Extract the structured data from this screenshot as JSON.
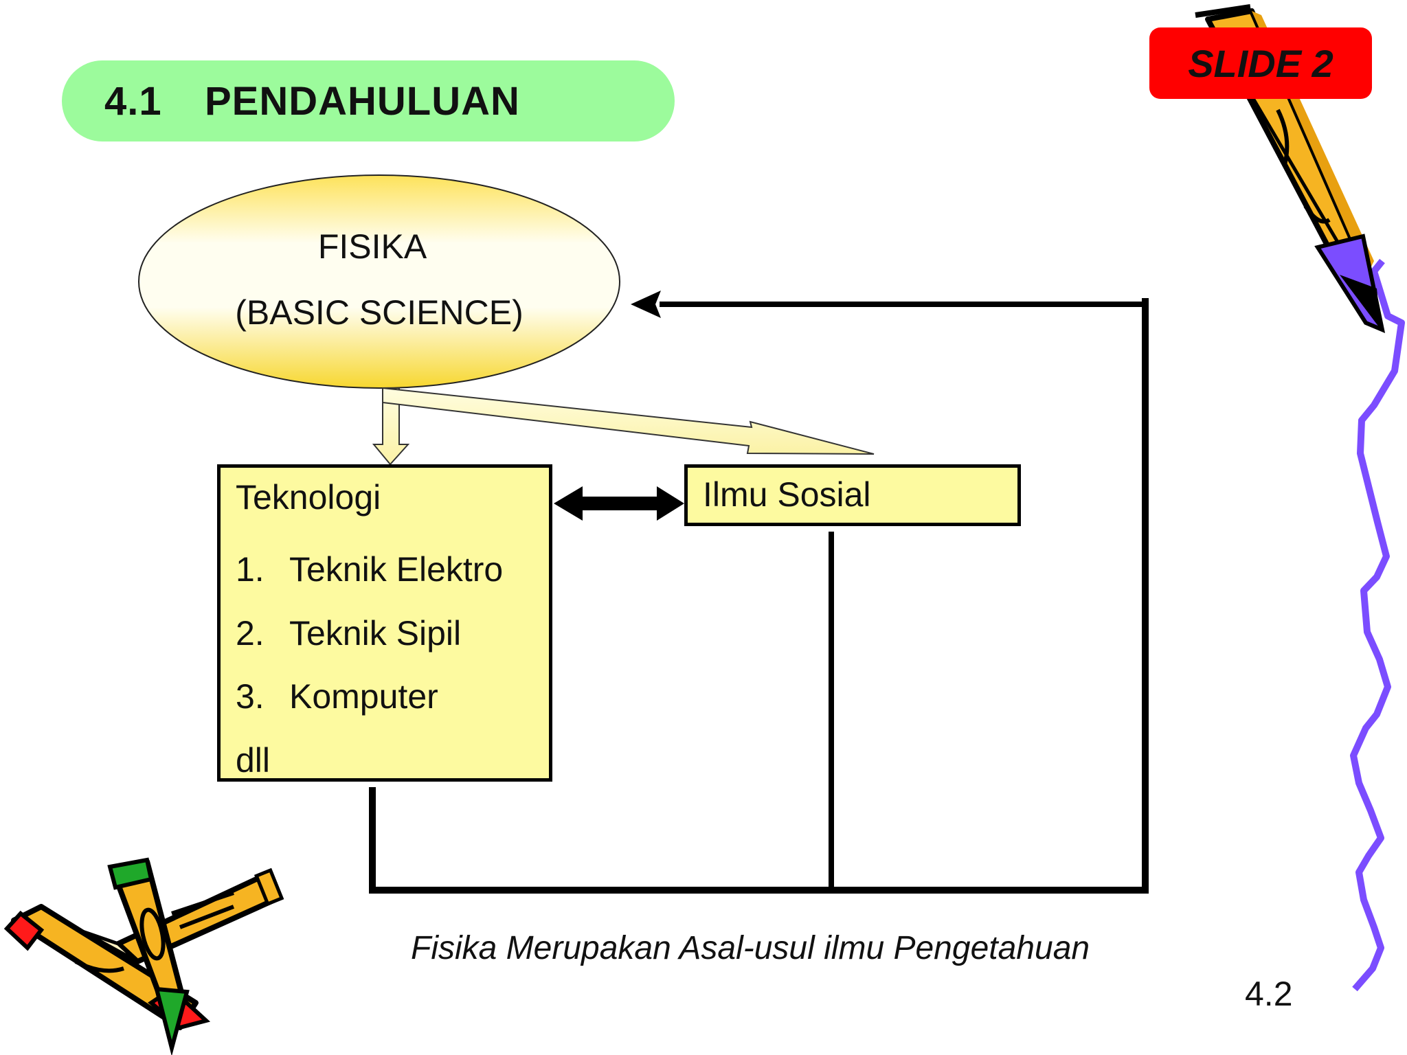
{
  "title": {
    "number": "4.1",
    "text": "PENDAHULUAN"
  },
  "badge": "SLIDE 2",
  "fisika": {
    "line1": "FISIKA",
    "line2": "(BASIC SCIENCE)"
  },
  "teknologi": {
    "heading": "Teknologi",
    "items": [
      {
        "num": "1.",
        "label": "Teknik Elektro"
      },
      {
        "num": "2.",
        "label": "Teknik Sipil"
      },
      {
        "num": "3.",
        "label": "Komputer"
      }
    ],
    "footer": "dll"
  },
  "ilmu_sosial": "Ilmu Sosial",
  "caption": "Fisika Merupakan Asal-usul ilmu Pengetahuan",
  "page_number": "4.2",
  "colors": {
    "title_pill": "#9cfb9c",
    "badge": "#ff0000",
    "box_fill": "#fdfaa0",
    "ellipse_top": "#fde25a",
    "ellipse_bottom": "#f7d730",
    "squiggle": "#7b4dff",
    "pencil_body": "#f6b422"
  },
  "icons": [
    "pencil-icon",
    "crossed-pencils-icon",
    "squiggle-line-icon"
  ]
}
